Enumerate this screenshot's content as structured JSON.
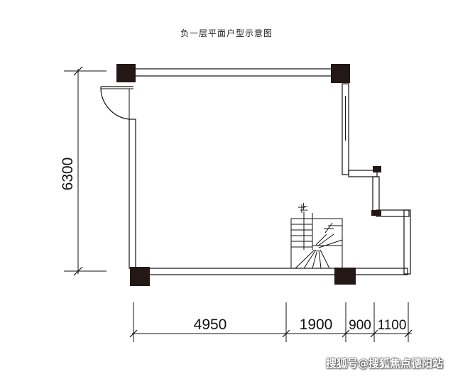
{
  "title": "负一层平面户型示意图",
  "dims": {
    "vertical": "6300",
    "segments": [
      "4950",
      "1900",
      "900",
      "1100"
    ]
  },
  "stair_label": "上",
  "watermark": "搜狐号@搜狐焦点德阳站",
  "colors": {
    "line": "#111111",
    "column": "#231815",
    "background": "#ffffff"
  }
}
